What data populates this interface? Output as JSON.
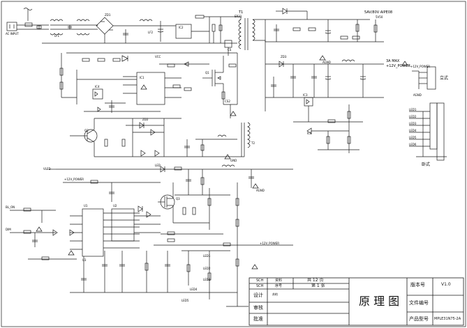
{
  "input": {
    "label": "AC INPUT"
  },
  "parts": {
    "t1": "T1",
    "t2": "T2",
    "er": "ER31",
    "ic1": "IC1",
    "ic2": "IC2",
    "q1": "Q1",
    "q2": "Q2",
    "q3": "Q3",
    "lf1": "LF1",
    "lf2": "LF2",
    "ic3": "IC3",
    "ic4": "IC4",
    "ic5": "IC5",
    "led": "LED",
    "led1": "LED1",
    "led2": "LED2",
    "led3": "LED3",
    "led4": "LED4",
    "led5": "LED5",
    "zd1": "ZD1",
    "zd2": "ZD2",
    "zd3": "ZD3",
    "u1": "U1",
    "u2": "U2",
    "u3": "U3",
    "cs": "CS",
    "cs2": "CS2"
  },
  "nets": {
    "out1": "5AV/80V AIPE08",
    "out1b": "5V50",
    "out2a": "3A MAX",
    "out2b": "+12V_POWER",
    "pwr1": "+12V_POWER",
    "pwr2": "+12V_POWER",
    "pwr3": "+12V_POWER",
    "vcc": "VCC",
    "agnd": "AGND",
    "dgnd": "AGND",
    "gnd": "GND",
    "bl_on": "BL_ON",
    "dim": "DIM",
    "vled": "VLED"
  },
  "connectors": {
    "p1_title": "立式",
    "p2_title": "卧式",
    "p1_pins": [
      "+12V_POWER",
      "AGND"
    ],
    "p2_pins": [
      "LED1",
      "LED2",
      "LED3",
      "LED4",
      "LED5",
      "LED6"
    ]
  },
  "title_block": {
    "row1_left": "SCH",
    "row1_mid": "资料",
    "row1_total_pages": "共 12 页",
    "row2_left": "SCH",
    "row2_mid": "序号",
    "row2_page": "第 1 张",
    "design": "设计",
    "check": "审核",
    "approve": "批准",
    "designer": "苏柏",
    "doc_title": "原 理 图",
    "version_label": "版本号",
    "version": "V1.0",
    "file_label": "文件编号",
    "product_label": "产品型号",
    "product": "MPLE31N75-2A"
  },
  "colors": {
    "line": "#1a1a1a",
    "paper": "#ffffff"
  }
}
